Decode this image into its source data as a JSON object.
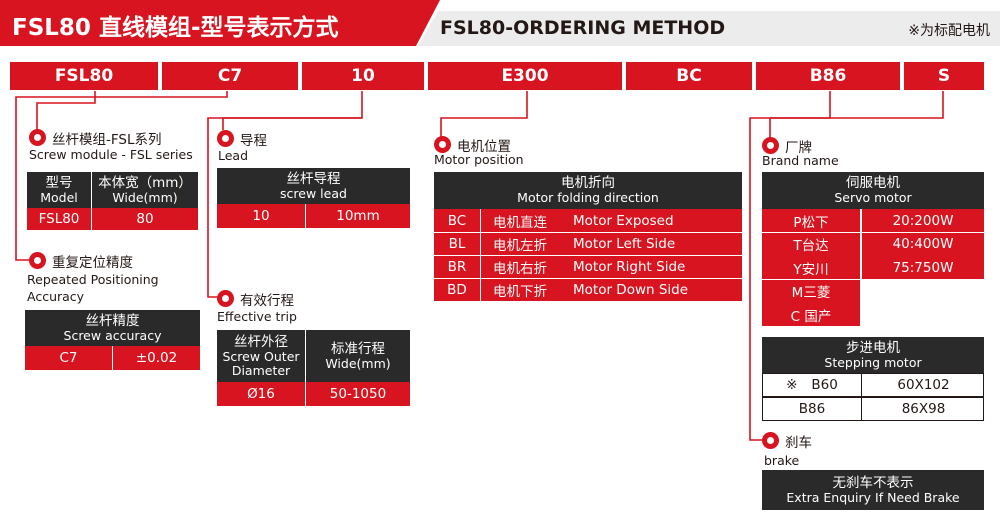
{
  "header": {
    "title": "FSL80 直线模组-型号表示方式",
    "subtitle": "FSL80-ORDERING METHOD",
    "note": "※为标配电机"
  },
  "model_code": [
    "FSL80",
    "C7",
    "10",
    "E300",
    "BC",
    "B86",
    "S"
  ],
  "sections": {
    "series": {
      "label_cn": "丝杆模组-FSL系列",
      "label_en": "Screw module - FSL series",
      "headers": [
        {
          "cn": "型号",
          "en": "Model"
        },
        {
          "cn": "本体宽（mm）",
          "en": "Wide(mm)"
        }
      ],
      "rows": [
        [
          "FSL80",
          "80"
        ]
      ]
    },
    "accuracy": {
      "label_cn": "重复定位精度",
      "label_en_1": "Repeated Positioning",
      "label_en_2": "Accuracy",
      "header_cn": "丝杆精度",
      "header_en": "Screw accuracy",
      "rows": [
        [
          "C7",
          "±0.02"
        ]
      ]
    },
    "lead": {
      "label_cn": "导程",
      "label_en": "Lead",
      "header_cn": "丝杆导程",
      "header_en": "screw lead",
      "rows": [
        [
          "10",
          "10mm"
        ]
      ]
    },
    "stroke": {
      "label_cn": "有效行程",
      "label_en": "Effective trip",
      "headers": [
        {
          "cn": "丝杆外径",
          "en1": "Screw Outer",
          "en2": "Diameter"
        },
        {
          "cn": "标准行程",
          "en1": "Wide(mm)",
          "en2": ""
        }
      ],
      "rows": [
        [
          "Ø16",
          "50-1050"
        ]
      ]
    },
    "motor_position": {
      "label_cn": "电机位置",
      "label_en": "Motor position",
      "header_cn": "电机折向",
      "header_en": "Motor folding direction",
      "rows": [
        [
          "BC",
          "电机直连",
          "Motor Exposed"
        ],
        [
          "BL",
          "电机左折",
          "Motor Left Side"
        ],
        [
          "BR",
          "电机右折",
          "Motor Right Side"
        ],
        [
          "BD",
          "电机下折",
          "Motor Down Side"
        ]
      ]
    },
    "brand": {
      "label_cn": "厂牌",
      "label_en": "Brand name",
      "servo_header_cn": "伺服电机",
      "servo_header_en": "Servo motor",
      "servo_rows": [
        [
          "P松下",
          "20:200W"
        ],
        [
          "T台达",
          "40:400W"
        ],
        [
          "Y安川",
          "75:750W"
        ],
        [
          "M三菱",
          ""
        ],
        [
          "C 国产",
          ""
        ]
      ],
      "stepper_header_cn": "步进电机",
      "stepper_header_en": "Stepping motor",
      "stepper_rows": [
        {
          "mark": "※",
          "code": "B60",
          "size": "60X102"
        },
        {
          "mark": "",
          "code": "B86",
          "size": "86X98"
        }
      ]
    },
    "brake": {
      "label_cn": "刹车",
      "label_en": "brake",
      "note_cn": "无刹车不表示",
      "note_en": "Extra Enquiry If Need Brake"
    }
  },
  "colors": {
    "brand_red": "#d7141f",
    "dark": "#2a2a2a",
    "header_grey": "#ececec"
  },
  "icons": [
    "bullet-dot-icon"
  ]
}
